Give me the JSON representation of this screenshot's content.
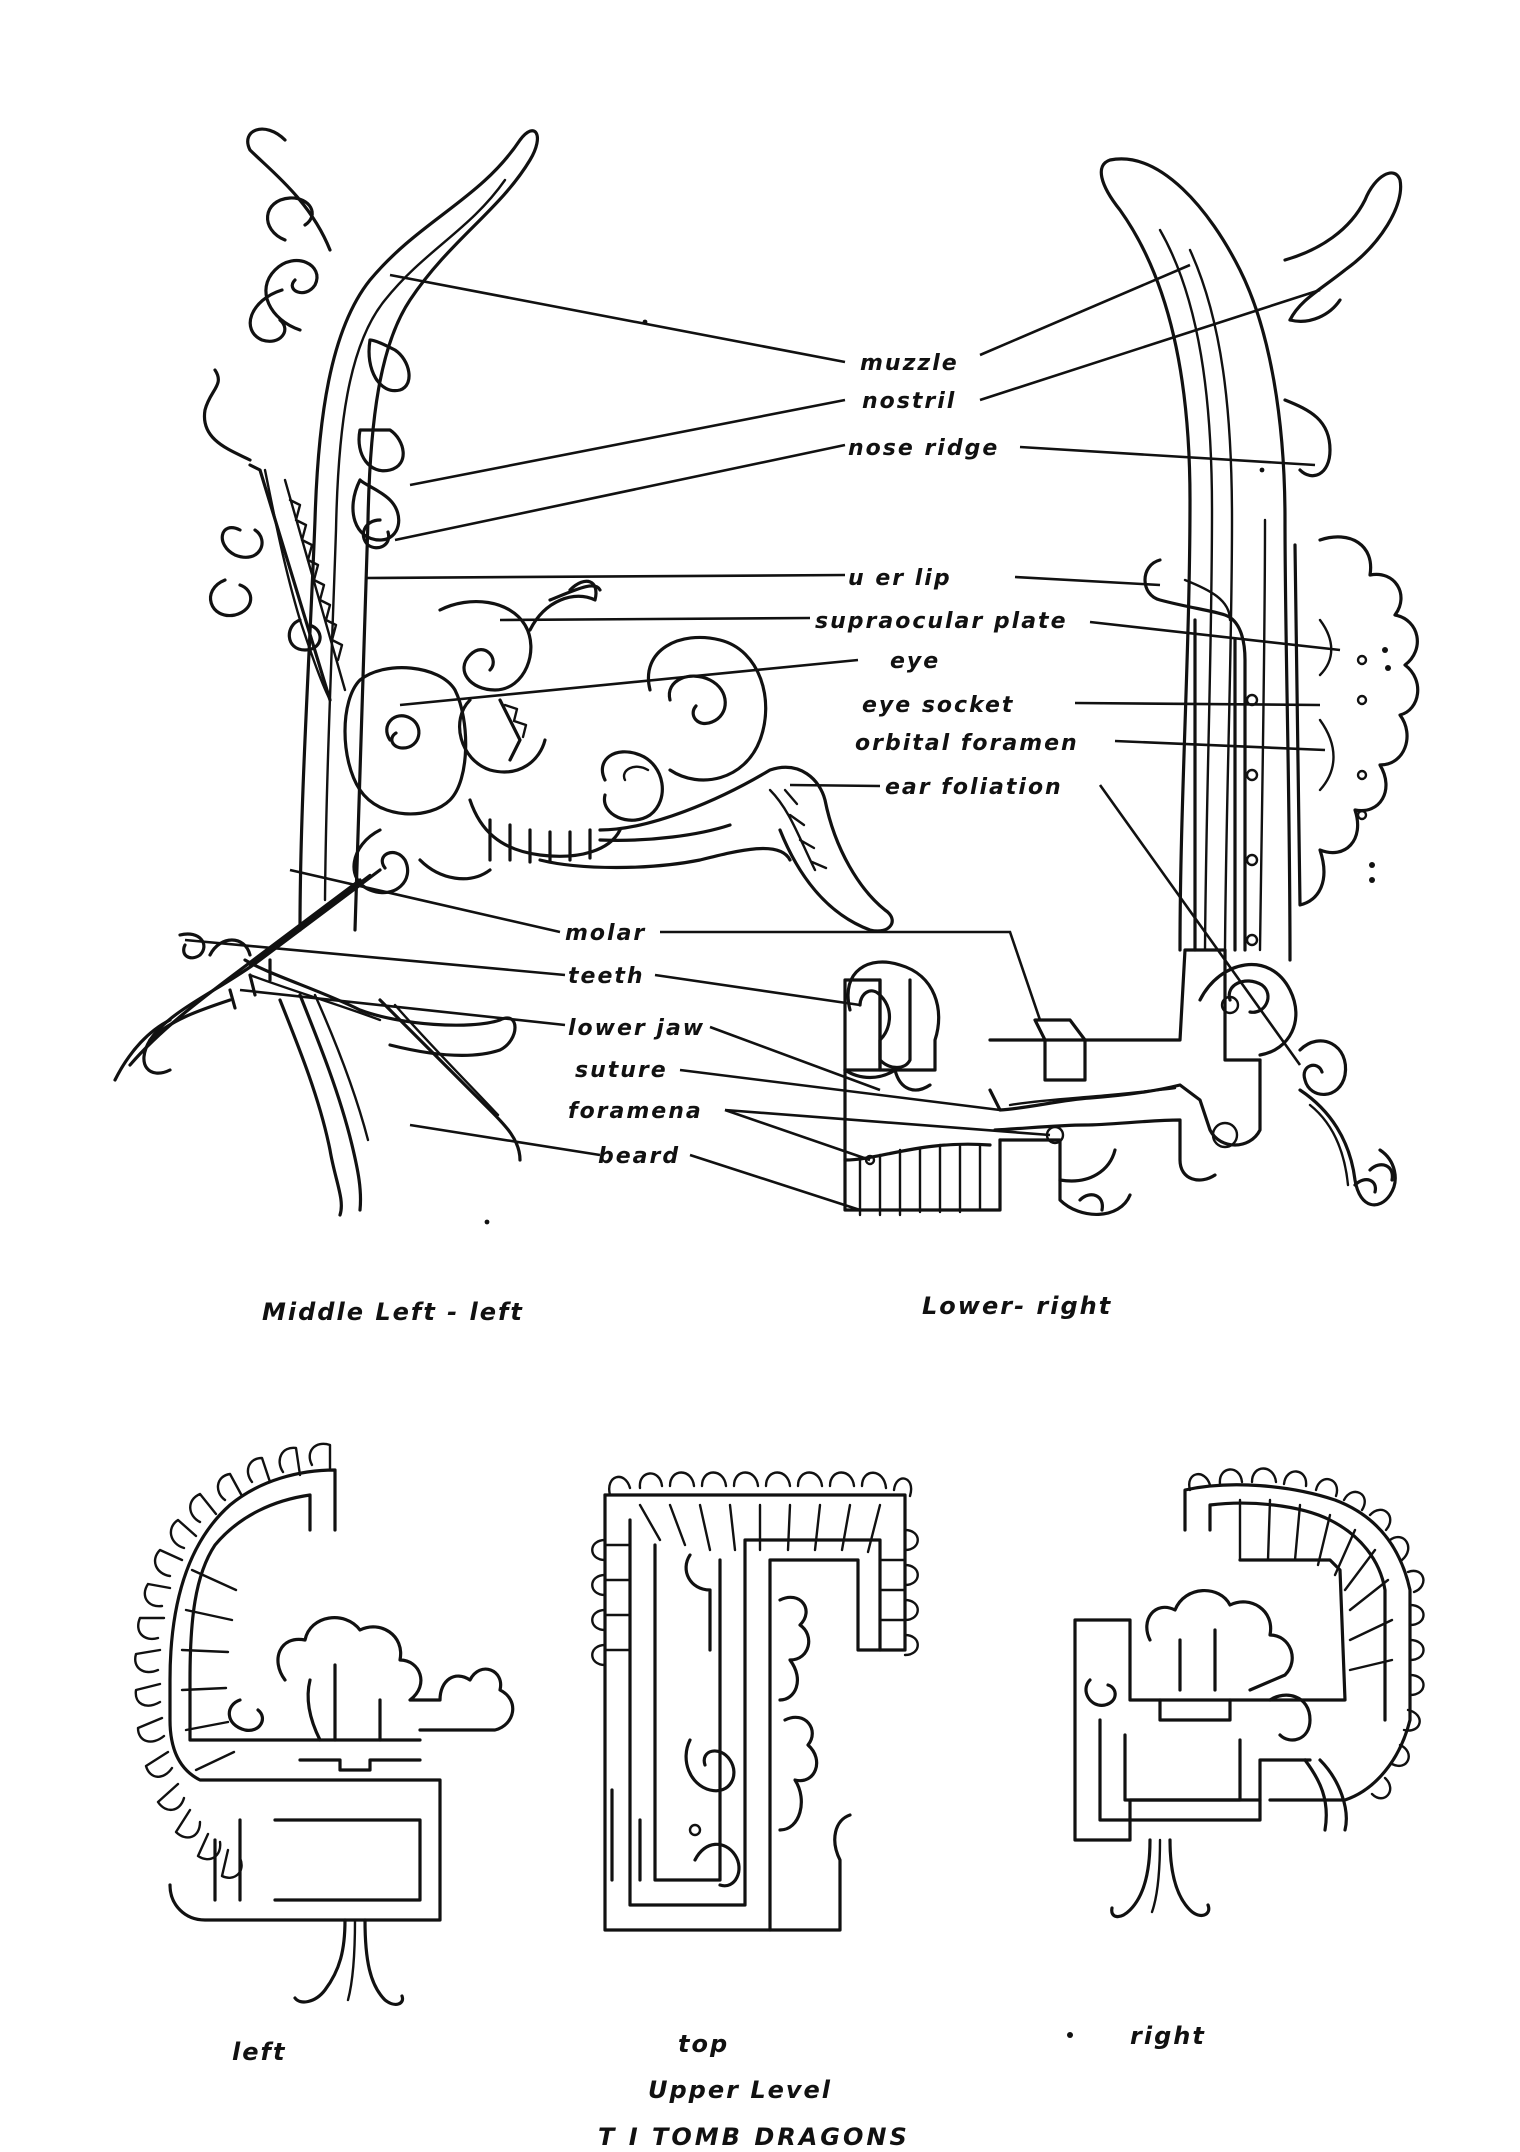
{
  "labels": {
    "muzzle": "muzzle",
    "nostril": "nostril",
    "nose_ridge": "nose ridge",
    "upper_lip": "u  er lip",
    "supraocular_plate": "supraocular plate",
    "eye": "eye",
    "eye_socket": "eye socket",
    "orbital_foramen": "orbital foramen",
    "ear_foliation": "ear foliation",
    "molar": "molar",
    "teeth": "teeth",
    "lower_jaw": "lower jaw",
    "suture": "suture",
    "foramena": "foramena",
    "beard": "beard"
  },
  "captions": {
    "middle_left": "Middle Left - left",
    "lower_right": "Lower- right",
    "left": "left",
    "top": "top",
    "right": "right",
    "upper_level": "Upper Level"
  },
  "title": "T I  TOMB DRAGONS"
}
